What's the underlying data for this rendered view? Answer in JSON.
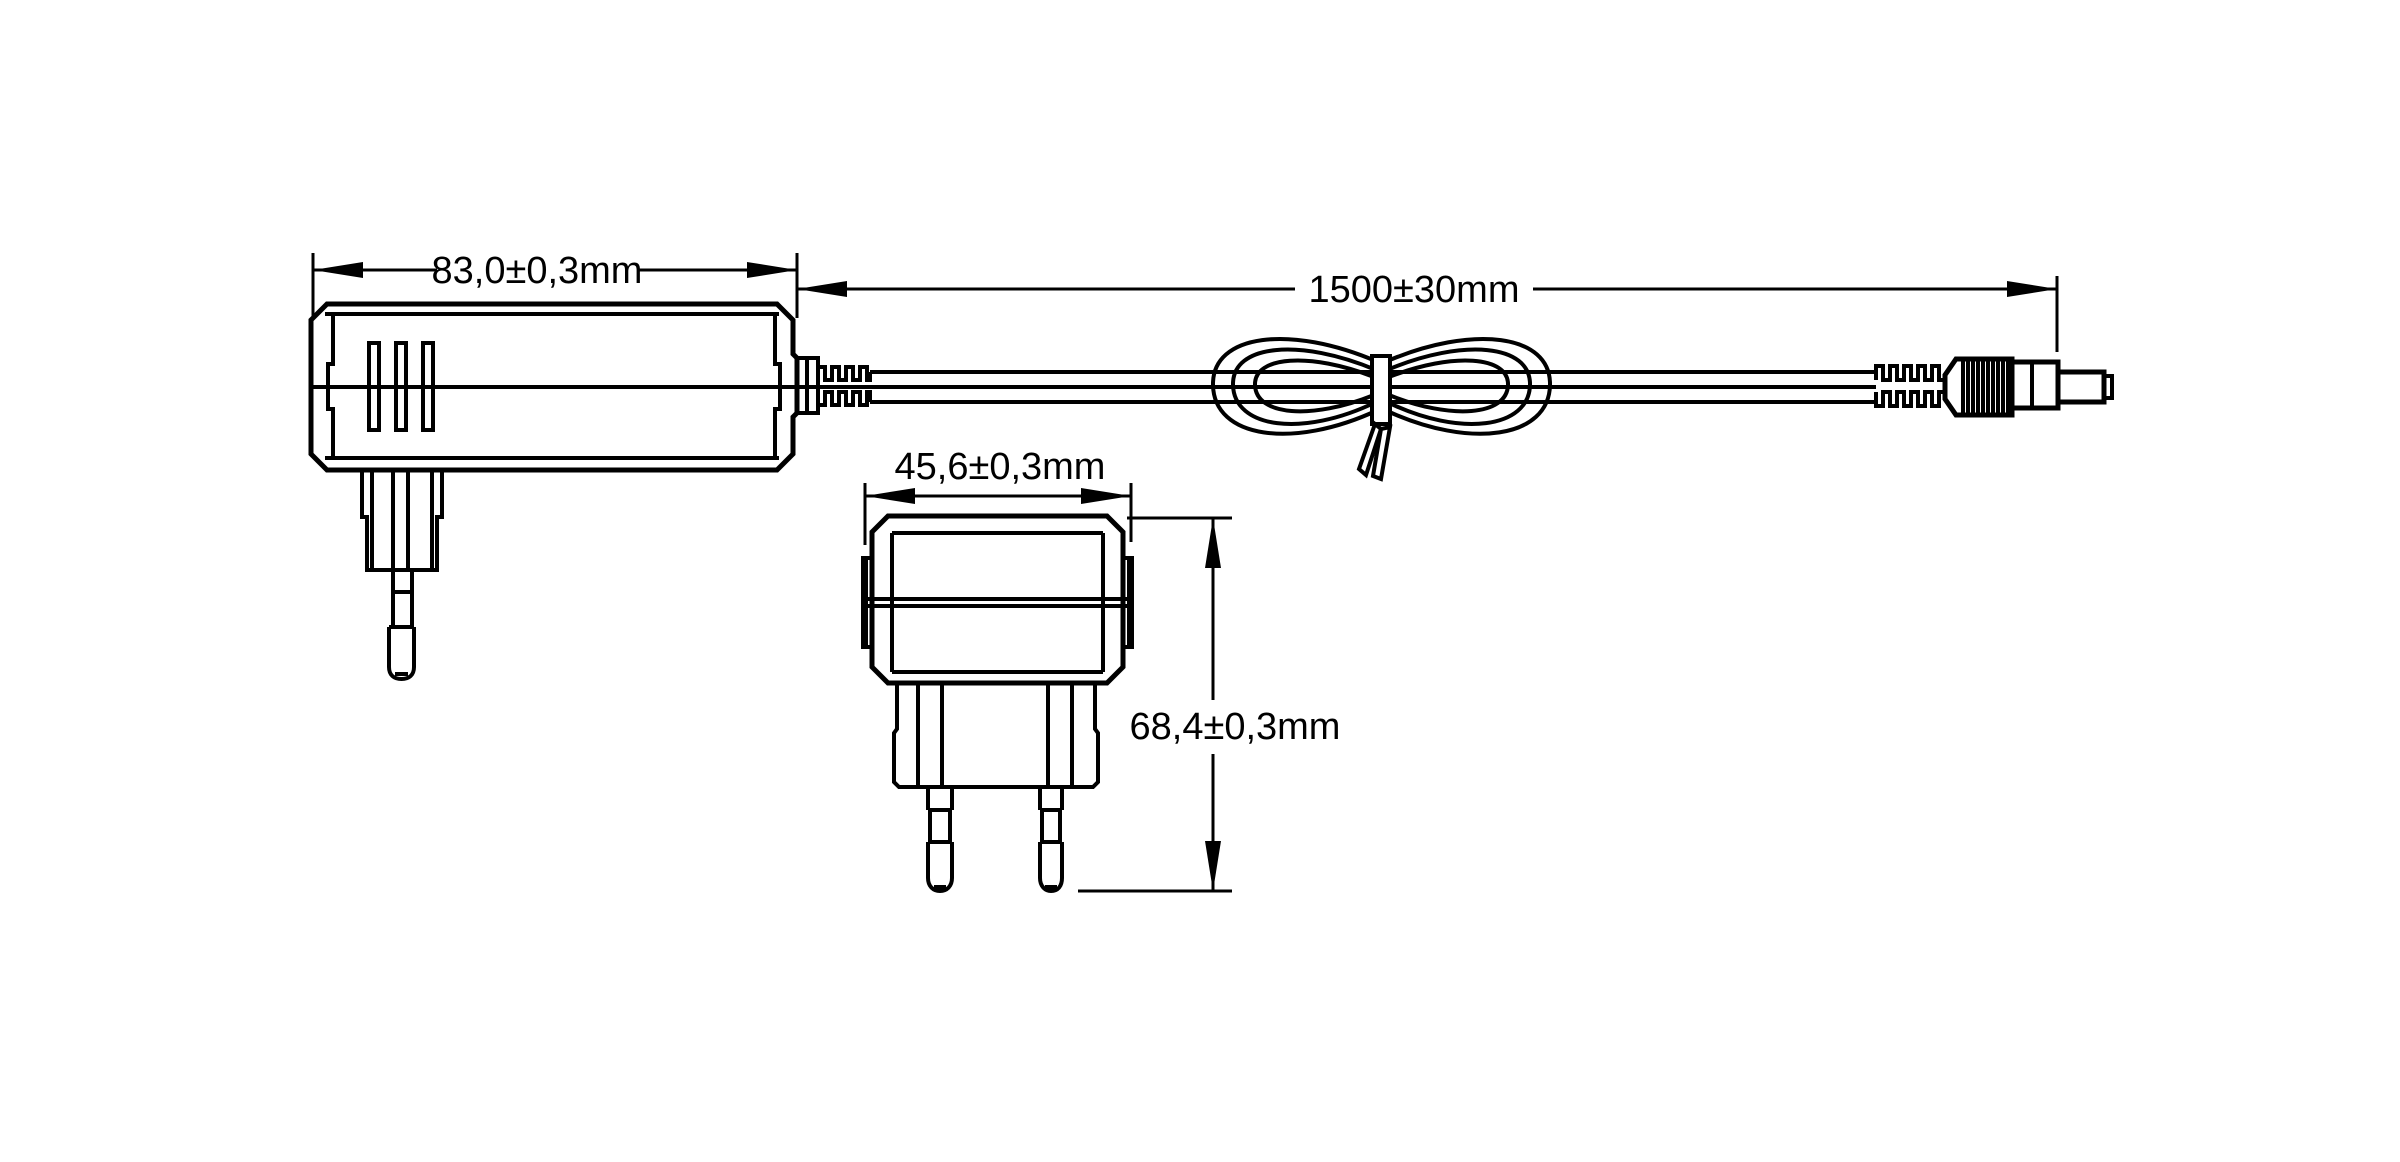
{
  "drawing": {
    "type": "technical-dimension-drawing",
    "subject": "wall power adapter with EU plug, output cable and DC barrel connector",
    "background_color": "#ffffff",
    "line_color": "#000000"
  },
  "dimensions": {
    "adapter_length": "83,0±0,3mm",
    "cable_length": "1500±30mm",
    "adapter_width": "45,6±0,3mm",
    "adapter_height": "68,4±0,3mm"
  }
}
